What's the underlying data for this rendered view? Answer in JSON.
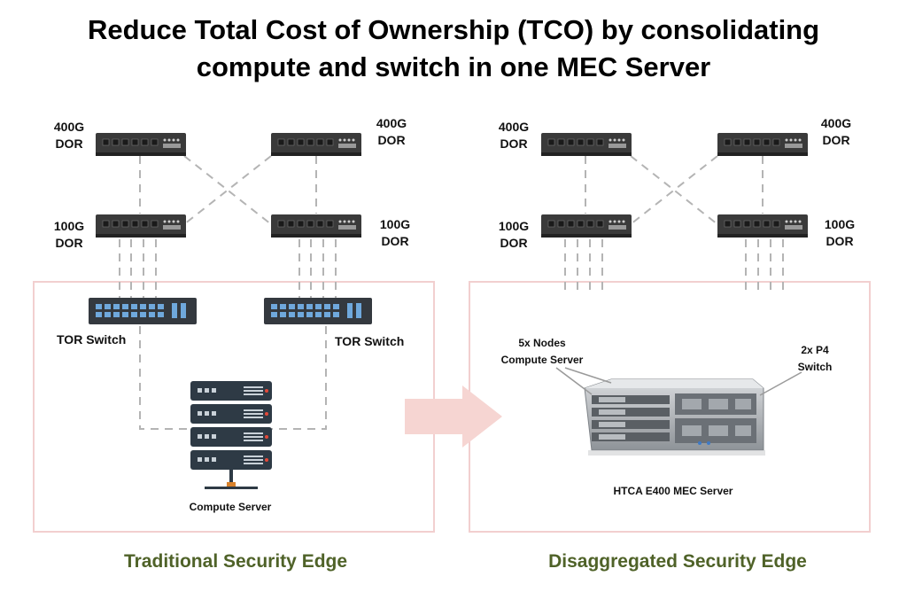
{
  "title": {
    "line1": "Reduce Total Cost of Ownership (TCO) by consolidating",
    "line2": "compute and switch in one MEC Server"
  },
  "left": {
    "dor_top_left": [
      "400G",
      "DOR"
    ],
    "dor_top_right": [
      "400G",
      "DOR"
    ],
    "dor_mid_left": [
      "100G",
      "DOR"
    ],
    "dor_mid_right": [
      "100G",
      "DOR"
    ],
    "tor_left_label": "TOR Switch",
    "tor_right_label": "TOR Switch",
    "server_label": "Compute Server",
    "caption": "Traditional Security Edge"
  },
  "right": {
    "dor_top_left": [
      "400G",
      "DOR"
    ],
    "dor_top_right": [
      "400G",
      "DOR"
    ],
    "dor_mid_left": [
      "100G",
      "DOR"
    ],
    "dor_mid_right": [
      "100G",
      "DOR"
    ],
    "nodes_label": [
      "5x Nodes",
      "Compute Server"
    ],
    "p4_label": [
      "2x P4",
      "Switch"
    ],
    "server_label": "HTCA E400 MEC Server",
    "caption": "Disaggregated Security Edge"
  },
  "colors": {
    "caption": "#4f6228",
    "box_border": "#f2cfcf",
    "arrow": "#f6d5d2",
    "dashed_line": "#b4b4b4",
    "switch_body": "#3a3a3a",
    "tor_port": "#6fa8dc",
    "server_body": "#2e3a45"
  }
}
